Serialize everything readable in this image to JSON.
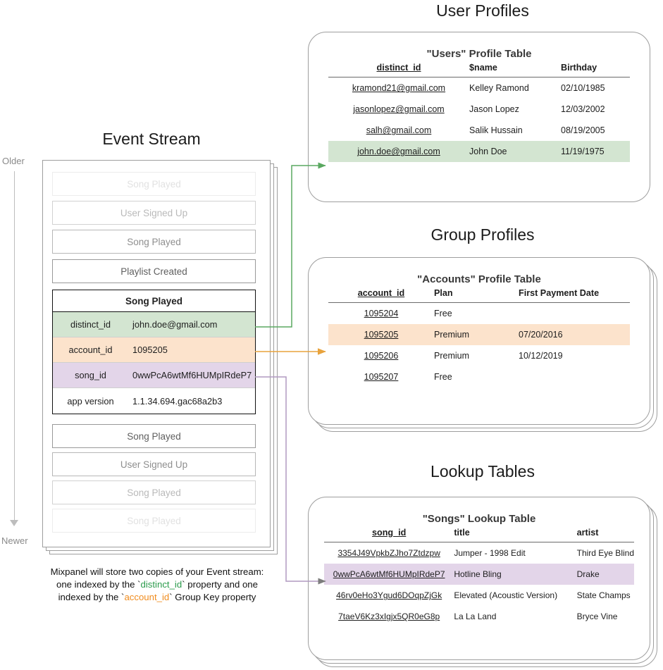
{
  "sections": {
    "user_profiles_title": "User Profiles",
    "group_profiles_title": "Group Profiles",
    "lookup_tables_title": "Lookup Tables",
    "event_stream_title": "Event Stream"
  },
  "time_axis": {
    "older_label": "Older",
    "newer_label": "Newer"
  },
  "event_stream": {
    "rows_above": [
      {
        "label": "Song Played"
      },
      {
        "label": "User Signed Up"
      },
      {
        "label": "Song Played"
      },
      {
        "label": "Playlist Created"
      }
    ],
    "expanded_event": {
      "name": "Song Played",
      "properties": [
        {
          "key": "distinct_id",
          "value": "john.doe@gmail.com",
          "highlight": "green"
        },
        {
          "key": "account_id",
          "value": "1095205",
          "highlight": "orange"
        },
        {
          "key": "song_id",
          "value": "0wwPcA6wtMf6HUMpIRdeP7",
          "highlight": "purple"
        },
        {
          "key": "app version",
          "value": "1.1.34.694.gac68a2b3",
          "highlight": "none"
        }
      ]
    },
    "rows_below": [
      {
        "label": "Song Played"
      },
      {
        "label": "User Signed Up"
      },
      {
        "label": "Song Played"
      },
      {
        "label": "Song Played"
      }
    ]
  },
  "users_table": {
    "title": "\"Users\" Profile Table",
    "columns": [
      "distinct_id",
      "$name",
      "Birthday"
    ],
    "rows": [
      {
        "distinct_id": "kramond21@gmail.com",
        "name": "Kelley Ramond",
        "birthday": "02/10/1985",
        "highlight": false
      },
      {
        "distinct_id": "jasonlopez@gmail.com",
        "name": "Jason Lopez",
        "birthday": "12/03/2002",
        "highlight": false
      },
      {
        "distinct_id": "salh@gmail.com",
        "name": "Salik Hussain",
        "birthday": "08/19/2005",
        "highlight": false
      },
      {
        "distinct_id": "john.doe@gmail.com",
        "name": "John Doe",
        "birthday": "11/19/1975",
        "highlight": true
      }
    ]
  },
  "accounts_table": {
    "title": "\"Accounts\" Profile Table",
    "columns": [
      "account_id",
      "Plan",
      "First Payment Date"
    ],
    "rows": [
      {
        "account_id": "1095204",
        "plan": "Free",
        "first_payment_date": "",
        "highlight": false
      },
      {
        "account_id": "1095205",
        "plan": "Premium",
        "first_payment_date": "07/20/2016",
        "highlight": true
      },
      {
        "account_id": "1095206",
        "plan": "Premium",
        "first_payment_date": "10/12/2019",
        "highlight": false
      },
      {
        "account_id": "1095207",
        "plan": "Free",
        "first_payment_date": "",
        "highlight": false
      }
    ]
  },
  "songs_table": {
    "title": "\"Songs\" Lookup Table",
    "columns": [
      "song_id",
      "title",
      "artist"
    ],
    "rows": [
      {
        "song_id": "3354J49VpkbZJho7Ztdzpw",
        "title": "Jumper - 1998 Edit",
        "artist": "Third Eye Blind",
        "highlight": false
      },
      {
        "song_id": "0wwPcA6wtMf6HUMpIRdeP7",
        "title": "Hotline Bling",
        "artist": "Drake",
        "highlight": true
      },
      {
        "song_id": "46rv0eHo3Ygud6DOqpZjGk",
        "title": "Elevated (Acoustic Version)",
        "artist": "State Champs",
        "highlight": false
      },
      {
        "song_id": "7taeV6Kz3xIgjx5QR0eG8p",
        "title": "La La Land",
        "artist": "Bryce Vine",
        "highlight": false
      }
    ]
  },
  "caption": {
    "line1": "Mixpanel will store two copies of your Event stream:",
    "line2_pre": "one indexed by the `",
    "line2_token": "distinct_id",
    "line2_post": "` property and one",
    "line3_pre": "indexed by the `",
    "line3_token": "account_id",
    "line3_post": "` Group Key property"
  },
  "colors": {
    "highlight_green": "#d3e5d1",
    "highlight_orange": "#fce3cc",
    "highlight_purple": "#e3d5e9",
    "connector_green": "#5aa860",
    "connector_orange": "#e8a33d",
    "connector_purple": "#b19ac0",
    "connector_gray": "#7d7d7d",
    "token_green": "#2a9b4b",
    "token_orange": "#f08c1e"
  }
}
